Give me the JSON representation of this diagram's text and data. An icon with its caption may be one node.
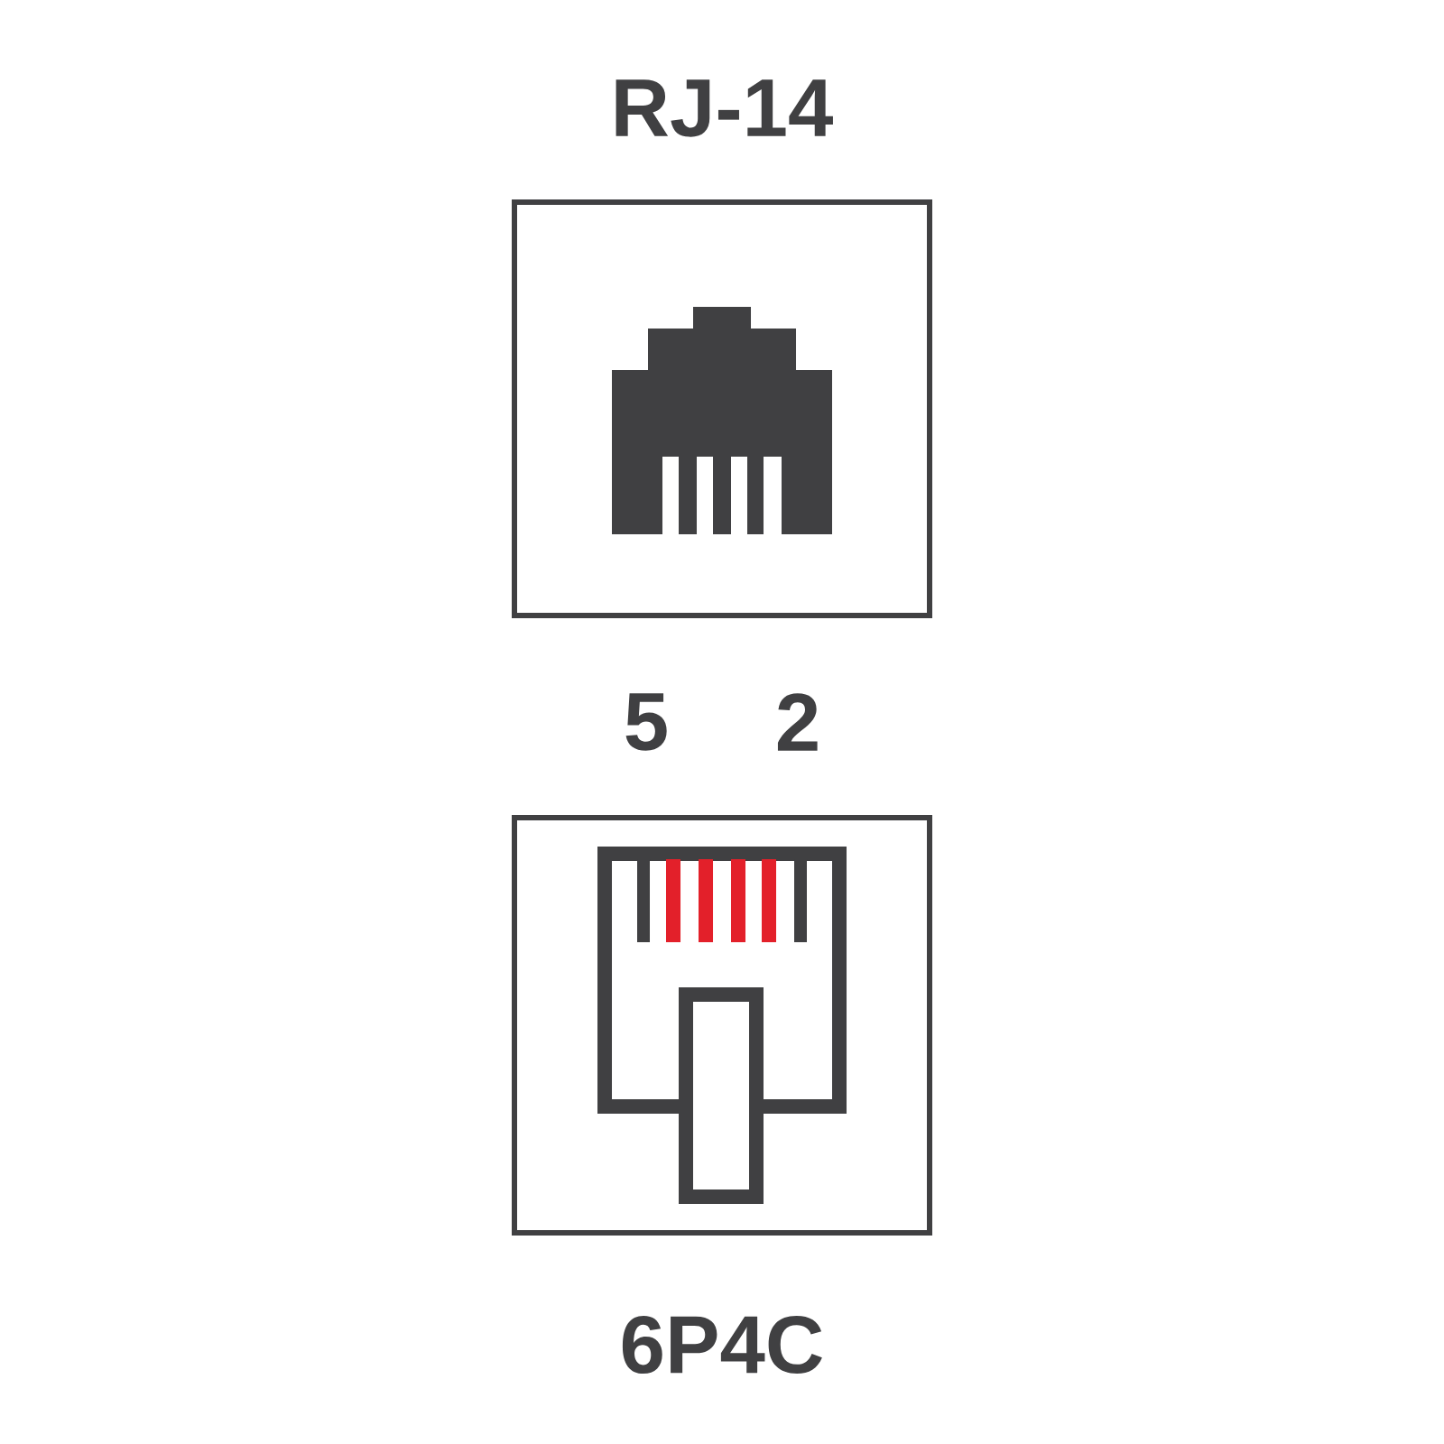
{
  "diagram": {
    "title": "RJ-14",
    "labels": [
      "5",
      "2",
      "6P4C"
    ]
  }
}
